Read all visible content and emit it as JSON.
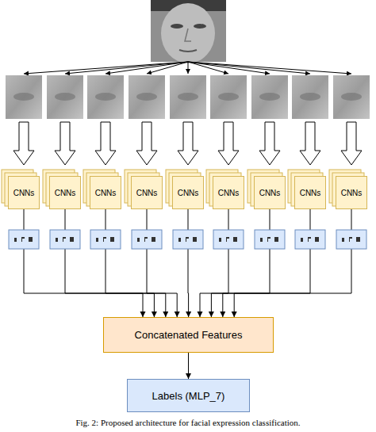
{
  "diagram": {
    "caption": "Fig. 2: Proposed architecture for facial expression classification.",
    "nodes": [
      {
        "text": [
          "CNNs"
        ]
      },
      {
        "text": [
          "CNNs"
        ]
      },
      {
        "text": [
          "CNNs"
        ]
      },
      {
        "text": [
          "CNNs"
        ]
      },
      {
        "text": [
          "CNNs"
        ]
      },
      {
        "text": [
          "CNNs"
        ]
      },
      {
        "text": [
          "CNNs"
        ]
      },
      {
        "text": [
          "CNNs"
        ]
      },
      {
        "text": [
          "CNNs"
        ]
      },
      {
        "text": [
          "Concatenated Features"
        ]
      },
      {
        "text": [
          "Labels (MLP_7)"
        ]
      }
    ],
    "edges": [
      {
        "from": 0,
        "to": 9,
        "arrow": "to"
      },
      {
        "from": 1,
        "to": 9,
        "arrow": "to"
      },
      {
        "from": 2,
        "to": 9,
        "arrow": "to"
      },
      {
        "from": 3,
        "to": 9,
        "arrow": "to"
      },
      {
        "from": 4,
        "to": 9,
        "arrow": "to"
      },
      {
        "from": 5,
        "to": 9,
        "arrow": "to"
      },
      {
        "from": 6,
        "to": 9,
        "arrow": "to"
      },
      {
        "from": 7,
        "to": 9,
        "arrow": "to"
      },
      {
        "from": 8,
        "to": 9,
        "arrow": "to"
      },
      {
        "from": 9,
        "to": 10,
        "arrow": "to"
      }
    ]
  }
}
